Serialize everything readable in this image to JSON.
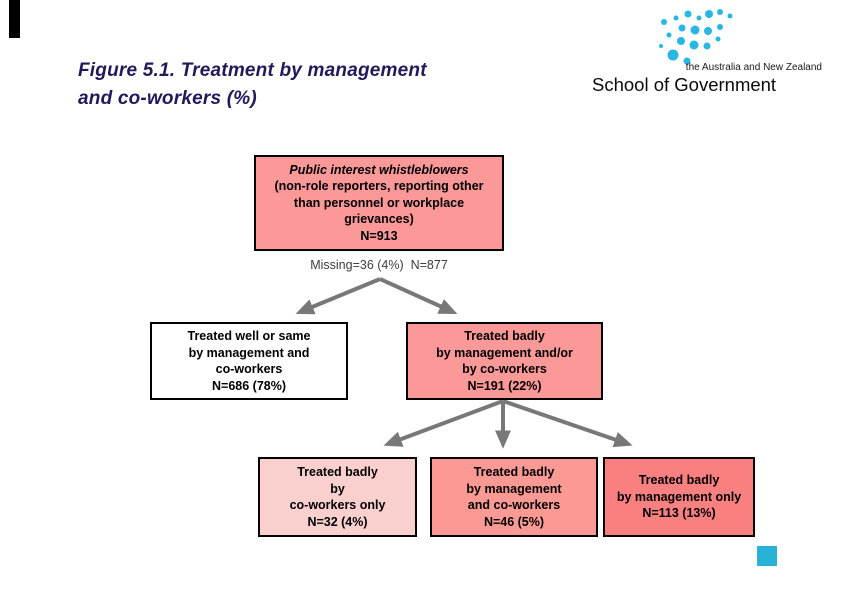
{
  "slide": {
    "title_line1": "Figure 5.1.  Treatment by management",
    "title_line2": "and co-workers (%)",
    "title_color": "#201a5b"
  },
  "logo": {
    "tagline": "the Australia and New Zealand",
    "name": "School of Government",
    "dot_color": "#29b6e2"
  },
  "decorations": {
    "top_left_bar_color": "#000000",
    "corner_square_color": "#28b2d8"
  },
  "flowchart": {
    "missing_note": "Missing=36 (4%)  N=877",
    "arrow_color": "#787878",
    "nodes": {
      "root": {
        "fill": "#fb9898",
        "lines": [
          "Public interest whistleblowers",
          "(non-role reporters, reporting other",
          "than personnel or workplace",
          "grievances)",
          "N=913"
        ]
      },
      "treated_well": {
        "fill": "#ffffff",
        "lines": [
          "Treated well or same",
          "by management and",
          "co-workers",
          "N=686 (78%)"
        ]
      },
      "treated_badly": {
        "fill": "#fb9898",
        "lines": [
          "Treated badly",
          "by management and/or",
          "by co-workers",
          "N=191 (22%)"
        ]
      },
      "badly_coworkers_only": {
        "fill": "#f9d0cd",
        "lines": [
          "Treated badly",
          "by",
          "co-workers only",
          "N=32 (4%)"
        ]
      },
      "badly_both": {
        "fill": "#fb9a94",
        "lines": [
          "Treated badly",
          "by management",
          "and co-workers",
          "N=46 (5%)"
        ]
      },
      "badly_management_only": {
        "fill": "#f98080",
        "lines": [
          "Treated badly",
          "by management only",
          "N=113 (13%)"
        ]
      }
    }
  }
}
